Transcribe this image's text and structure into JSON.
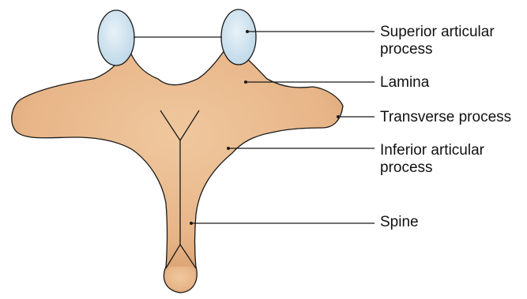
{
  "labels": {
    "superior_articular_process": [
      "Superior articular",
      "process"
    ],
    "lamina": [
      "Lamina"
    ],
    "transverse_process": [
      "Transverse process"
    ],
    "inferior_articular_process": [
      "Inferior articular",
      "process"
    ],
    "spine": [
      "Spine"
    ]
  },
  "colors": {
    "bone_fill": "#e7b588",
    "bone_shade": "#d89f6e",
    "facet_fill": "#cfe2ee",
    "outline": "#1a1a1a",
    "background": "#ffffff"
  }
}
